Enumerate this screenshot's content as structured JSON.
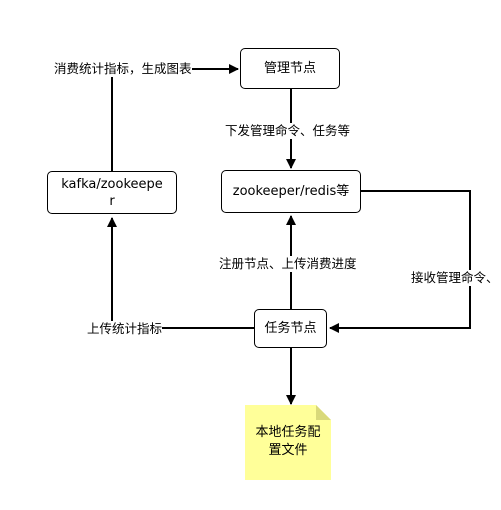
{
  "nodes": {
    "manager": "管理节点",
    "zookeeper_redis": "zookeeper/redis等",
    "kafka_line1": "kafka/zookeepe",
    "kafka_line2": "r",
    "task": "任务节点",
    "config_line1": "本地任务配",
    "config_line2": "置文件"
  },
  "edges": {
    "stats_to_manager": "消费统计指标，生成图表",
    "manager_to_zk": "下发管理命令、任务等",
    "task_to_zk": "注册节点、上传消费进度",
    "zk_to_task": "接收管理命令、",
    "task_to_kafka": "上传统计指标"
  },
  "colors": {
    "stroke": "#000000",
    "note_fill": "#ffff99",
    "note_fold": "#d9d97a"
  }
}
